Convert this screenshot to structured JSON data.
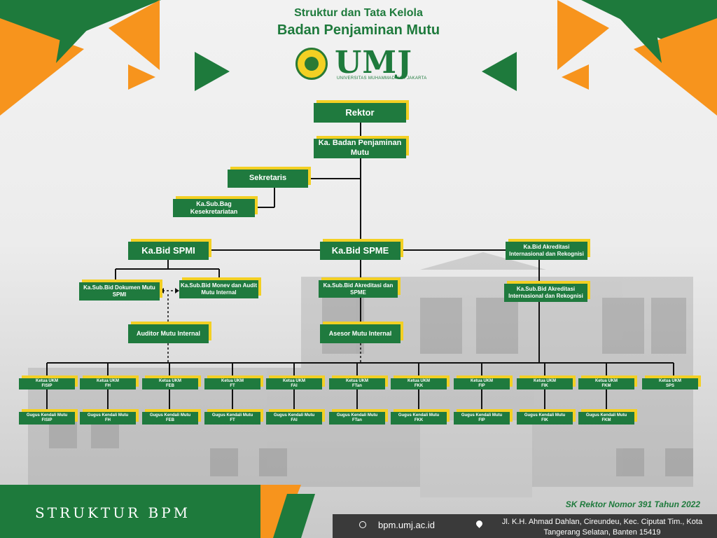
{
  "header": {
    "title_line1": "Struktur dan Tata Kelola",
    "title_line2": "Badan Penjaminan Mutu",
    "logo_text": "UMJ",
    "logo_subtext": "UNIVERSITAS MUHAMMADIYAH JAKARTA"
  },
  "colors": {
    "green": "#1f7a3e",
    "orange": "#f7941d",
    "yellow": "#f3d023",
    "dark": "#3a3a3a"
  },
  "nodes": {
    "rektor": "Rektor",
    "ka_bpm": "Ka. Badan Penjaminan Mutu",
    "sekretaris": "Sekretaris",
    "kasubbag": "Ka.Sub.Bag Kesekretariatan",
    "kabid_spmi": "Ka.Bid SPMI",
    "kabid_spme": "Ka.Bid SPME",
    "kabid_akreditasi": "Ka.Bid Akreditasi Internasional dan Rekognisi",
    "kasubbid_dokumen": "Ka.Sub.Bid Dokumen Mutu SPMI",
    "kasubbid_monev": "Ka.Sub.Bid Monev dan Audit Mutu Internal",
    "kasubbid_spme": "Ka.Sub.Bid Akreditasi dan SPME",
    "kasubbid_akreditasi": "Ka.Sub.Bid Akreditasi Internasional dan Rekognisi",
    "auditor": "Auditor Mutu Internal",
    "asesor": "Asesor Mutu Internal"
  },
  "ukm": [
    {
      "ketua": "Ketua UKM",
      "unit": "FISIP",
      "gugus": "Gugus Kendali Mutu"
    },
    {
      "ketua": "Ketua UKM",
      "unit": "FH",
      "gugus": "Gugus Kendali Mutu"
    },
    {
      "ketua": "Ketua UKM",
      "unit": "FEB",
      "gugus": "Gugus Kendali Mutu"
    },
    {
      "ketua": "Ketua UKM",
      "unit": "FT",
      "gugus": "Gugus Kendali Mutu"
    },
    {
      "ketua": "Ketua UKM",
      "unit": "FAI",
      "gugus": "Gugus Kendali Mutu"
    },
    {
      "ketua": "Ketua UKM",
      "unit": "FTan",
      "gugus": "Gugus Kendali Mutu"
    },
    {
      "ketua": "Ketua UKM",
      "unit": "FKK",
      "gugus": "Gugus Kendali Mutu"
    },
    {
      "ketua": "Ketua UKM",
      "unit": "FIP",
      "gugus": "Gugus Kendali Mutu"
    },
    {
      "ketua": "Ketua UKM",
      "unit": "FIK",
      "gugus": "Gugus Kendali Mutu"
    },
    {
      "ketua": "Ketua UKM",
      "unit": "FKM",
      "gugus": "Gugus Kendali Mutu"
    },
    {
      "ketua": "Ketua UKM",
      "unit": "SPS",
      "gugus": ""
    }
  ],
  "footer": {
    "label": "STRUKTUR BPM",
    "sk": "SK Rektor Nomor 391 Tahun 2022",
    "website": "bpm.umj.ac.id",
    "address": "Jl. K.H. Ahmad Dahlan, Cireundeu, Kec. Ciputat Tim., Kota Tangerang Selatan, Banten 15419"
  }
}
